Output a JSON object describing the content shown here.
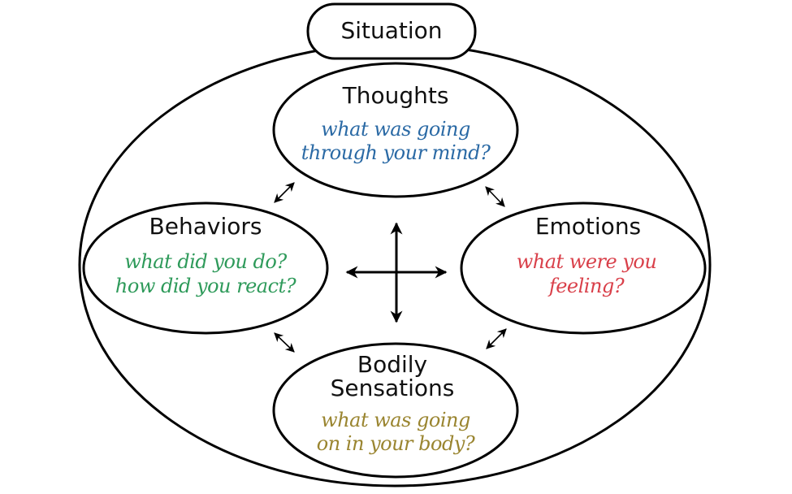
{
  "situation": {
    "label": "Situation"
  },
  "nodes": {
    "thoughts": {
      "title": [
        "Thoughts"
      ],
      "prompt": [
        "what was going",
        "through your mind?"
      ],
      "color": "#2b6aa5"
    },
    "behaviors": {
      "title": [
        "Behaviors"
      ],
      "prompt": [
        "what did you do?",
        "how did you react?"
      ],
      "color": "#2e9a5a"
    },
    "emotions": {
      "title": [
        "Emotions"
      ],
      "prompt": [
        "what were you",
        "feeling?"
      ],
      "color": "#d9404a"
    },
    "bodily": {
      "title": [
        "Bodily",
        "Sensations"
      ],
      "prompt": [
        "what was going",
        "on in your body?"
      ],
      "color": "#9a8530"
    }
  },
  "connections": [
    {
      "from": "thoughts",
      "to": "behaviors",
      "type": "bidirectional"
    },
    {
      "from": "thoughts",
      "to": "emotions",
      "type": "bidirectional"
    },
    {
      "from": "behaviors",
      "to": "bodily",
      "type": "bidirectional"
    },
    {
      "from": "emotions",
      "to": "bodily",
      "type": "bidirectional"
    },
    {
      "from": "center",
      "to": "all",
      "type": "four-way"
    }
  ]
}
